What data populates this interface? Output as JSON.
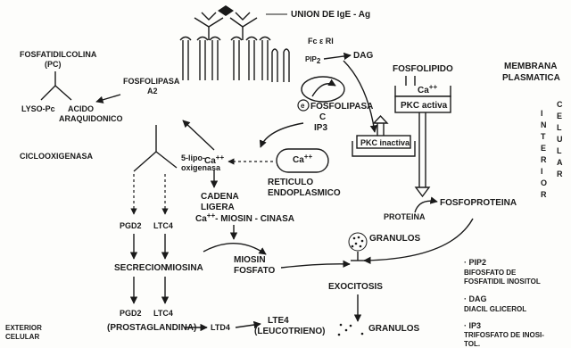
{
  "receptor": {
    "union_label": "UNION DE IgE - Ag",
    "fc_label": "Fc ε RI",
    "pip2": "PIP",
    "pip2_sub": "2",
    "dag": "DAG"
  },
  "membrane": {
    "label_line1": "MEMBRANA",
    "label_line2": "PLASMATICA"
  },
  "interior": {
    "word1": [
      "I",
      "N",
      "T",
      "E",
      "R",
      "I",
      "O",
      "R"
    ],
    "word2": [
      "C",
      "E",
      "L",
      "U",
      "L",
      "A",
      "R"
    ]
  },
  "left": {
    "fosfatidilcolina": "FOSFATIDILCOLINA",
    "pc": "(PC)",
    "lyso_pc": "LYSO-Pc",
    "acido_line1": "ACIDO",
    "acido_line2": "ARAQUIDONICO",
    "fosfolipasa_a2_line1": "FOSFOLIPASA",
    "fosfolipasa_a2_line2": "A2",
    "ciclooxigenasa": "CICLOOXIGENASA",
    "lipo_line1": "5-lipo-",
    "lipo_line2": "oxigenasa",
    "pgd2_a": "PGD2",
    "ltc4_a": "LTC4",
    "secrecion": "SECRECION",
    "pgd2_b": "PGD2",
    "ltc4_b": "LTC4",
    "prostaglandina": "(PROSTAGLANDINA)",
    "ltd4": "LTD4",
    "lte4": "LTE4",
    "leucotrieno": "(LEUCOTRIENO)",
    "exterior_line1": "EXTERIOR",
    "exterior_line2": "CELULAR"
  },
  "center": {
    "fosfolipasa_c_line1": "FOSFOLIPASA",
    "fosfolipasa_c_line2": "C",
    "ip3": "IP3",
    "ca_free": "Ca",
    "ca_free_sup": "++",
    "ca_er": "Ca",
    "ca_er_sup": "++",
    "reticulo_line1": "RETICULO",
    "reticulo_line2": "ENDOPLASMICO",
    "cadena_line1": "CADENA",
    "cadena_line2": "LIGERA",
    "ca_kinase": "Ca",
    "ca_kinase_sup": "++",
    "miosin_cinasa": "- MIOSIN - CINASA",
    "miosina": "MIOSINA",
    "miosin_fosfato_line1": "MIOSIN",
    "miosin_fosfato_line2": "FOSFATO",
    "exocitosis": "EXOCITOSIS",
    "granulos_top": "GRANULOS",
    "granulos_bottom": "GRANULOS"
  },
  "right": {
    "fosfolipido": "FOSFOLIPIDO",
    "ca_pkc": "Ca",
    "ca_pkc_sup": "++",
    "pkc_activa": "PKC activa",
    "pkc_inactiva": "PKC inactiva",
    "proteina": "PROTEINA",
    "fosfoproteina": "FOSFOPROTEINA"
  },
  "legend": [
    {
      "abbr": "· PIP2",
      "desc": [
        "BIFOSFATO DE",
        "FOSFATIDIL INOSITOL"
      ]
    },
    {
      "abbr": "· DAG",
      "desc": [
        "DIACIL GLICEROL"
      ]
    },
    {
      "abbr": "· IP3",
      "desc": [
        "TRIFOSFATO DE INOSI-",
        "TOL."
      ]
    }
  ]
}
